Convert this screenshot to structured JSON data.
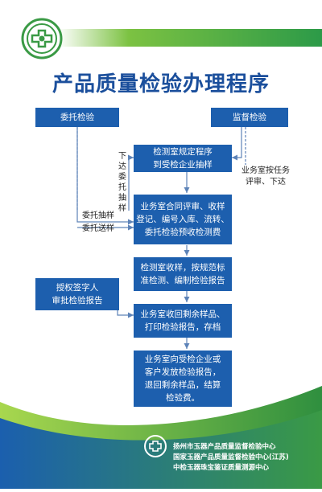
{
  "title": "产品质量检验办理程序",
  "boxes": {
    "entrust": "委托检验",
    "supervise": "监督检验",
    "lab_sampling": "检测室规定程序\n到受检企业抽样",
    "business_review": "业务室合同评审、收样\n登记、编号入库、流转、\n委托检验预收检测费",
    "lab_testing": "检测室收样，按规范标\n准检测、编制检验报告",
    "signatory": "授权签字人\n审批检验报告",
    "collect_report": "业务室收回剩余样品、\n打印检验报告，存档",
    "issue_report": "业务室向受检企业或\n客户发放检验报告，\n退回剩余样品，结算\n检验费。"
  },
  "labels": {
    "issue_sampling": "下达委托抽样",
    "entrust_sampling": "委托抽样",
    "entrust_delivery": "委托送样",
    "task_review": "业务室按任务\n评审、下达"
  },
  "footer": {
    "line1": "扬州市玉器产品质量监督检验中心",
    "line2": "国家玉器产品质量监督检验中心(江苏)",
    "line3": "中检玉器珠宝鉴证质量测源中心"
  },
  "colors": {
    "box": "#1d5fae",
    "title": "#1b4f9c",
    "green": "#4aa63c",
    "arrow": "#5d83b8"
  }
}
